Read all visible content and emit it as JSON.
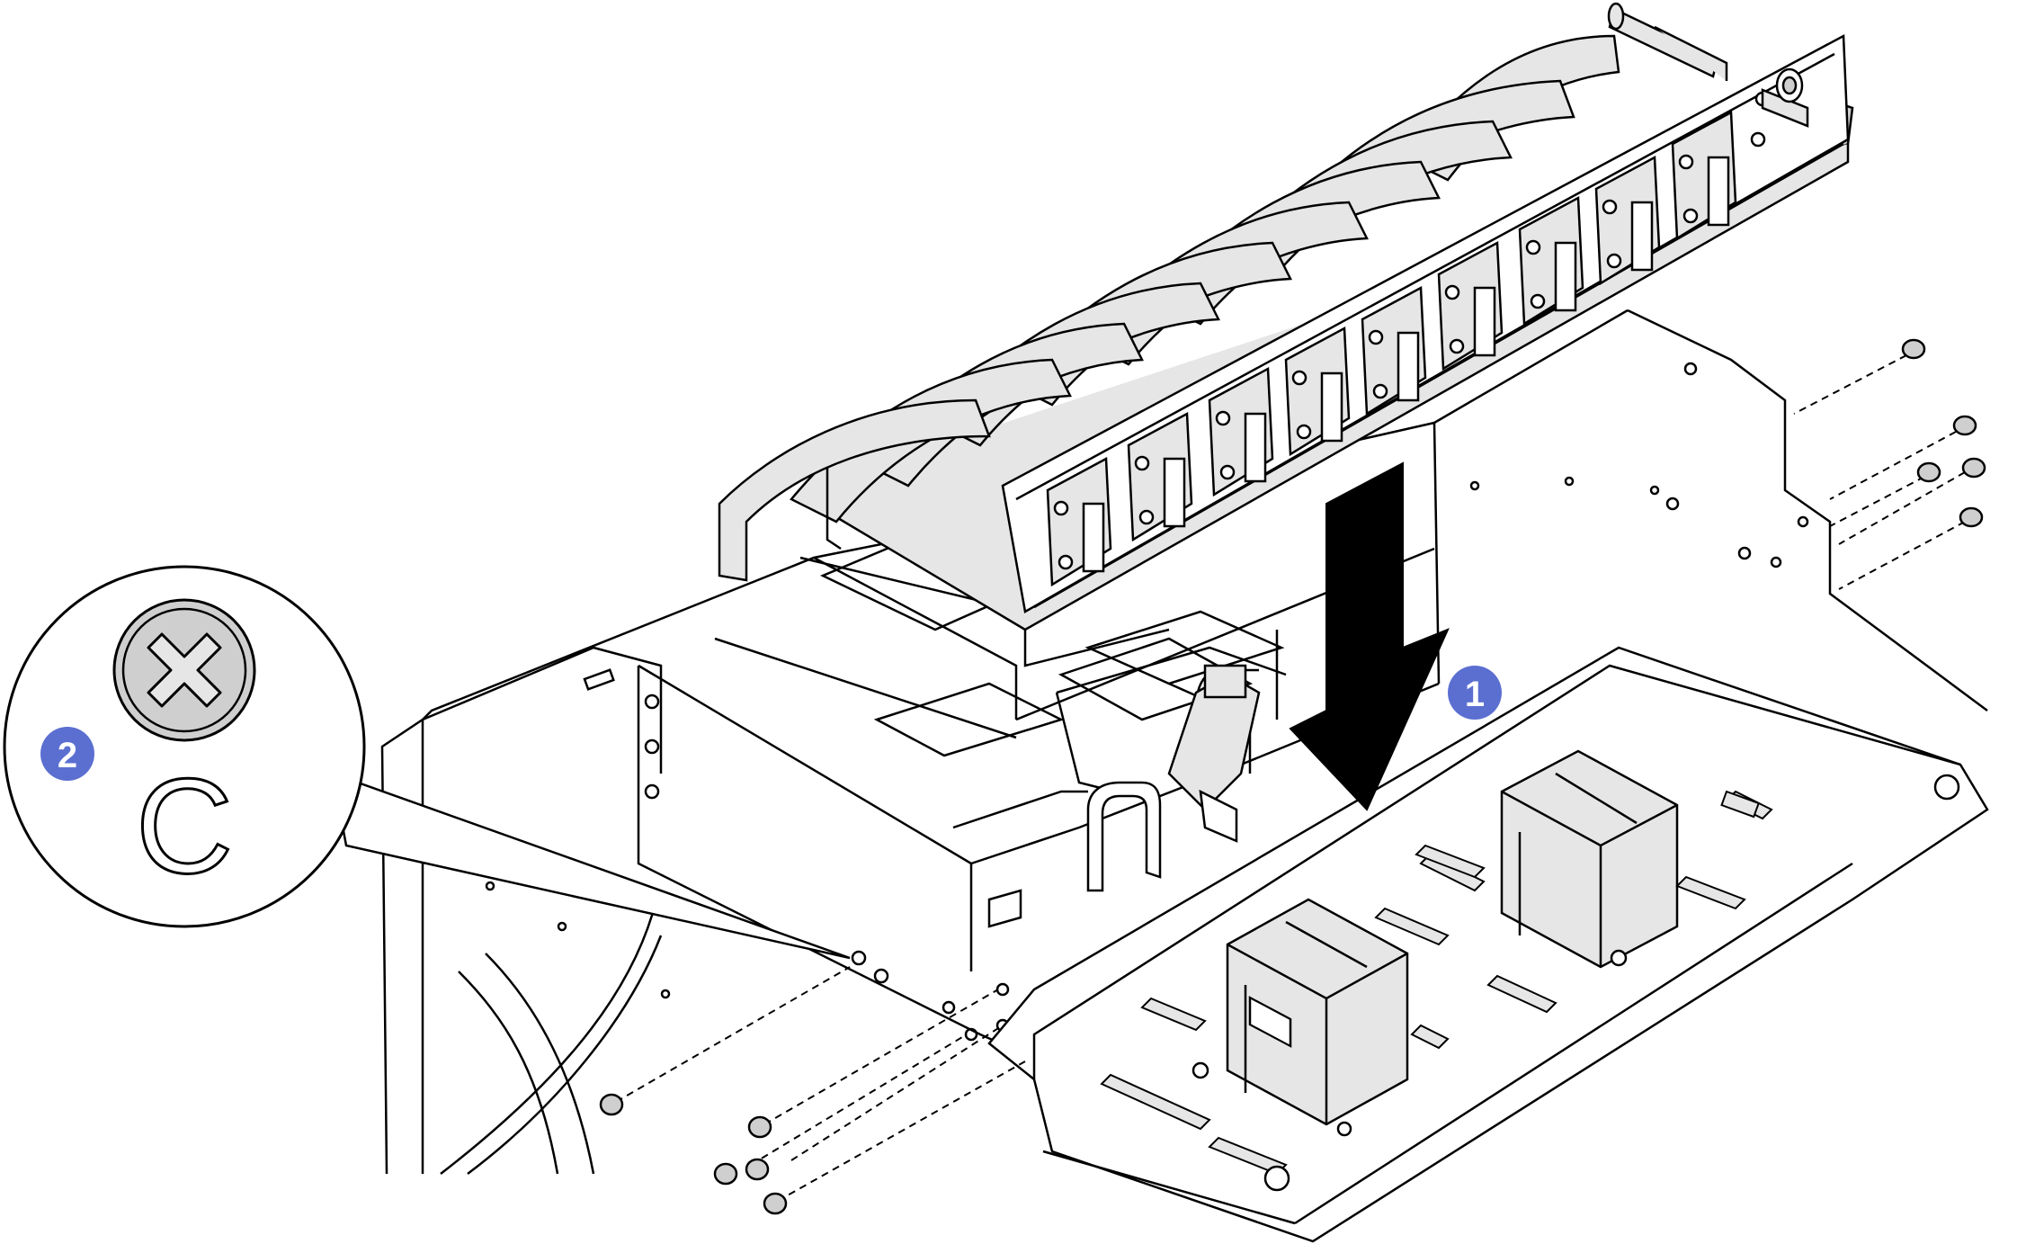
{
  "diagram": {
    "steps": [
      {
        "number": "1",
        "label": ""
      },
      {
        "number": "2",
        "label": ""
      }
    ],
    "callout_color": "#5b6fd1",
    "line_color": "#000000",
    "fill_light": "#e6e6e6",
    "fill_mid": "#cfcfcf",
    "screwdriver_glyph": "C",
    "icons": [
      "phillips-screw-head-icon",
      "screwdriver-c-icon",
      "down-arrow-icon",
      "screw-icon"
    ]
  }
}
